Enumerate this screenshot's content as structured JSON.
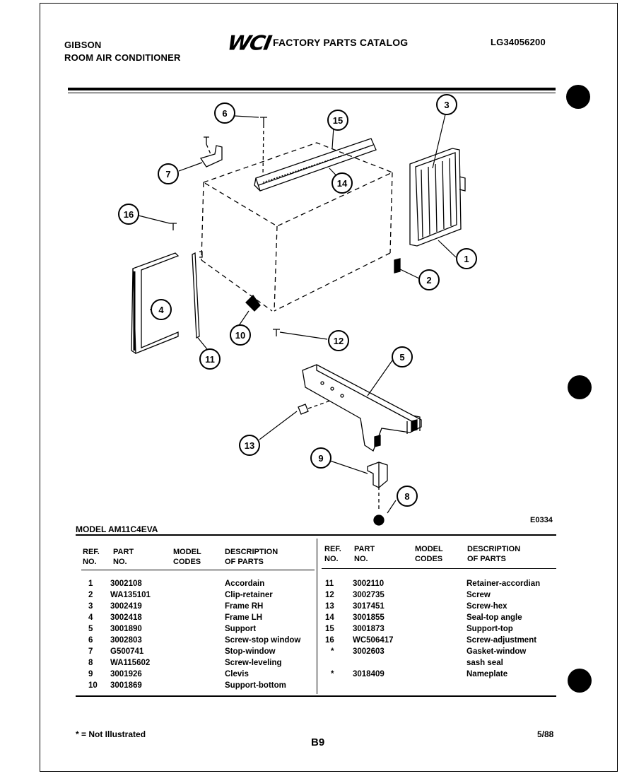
{
  "header": {
    "brand": "GIBSON",
    "product": "ROOM AIR CONDITIONER",
    "logo": "WCI",
    "catalog_title": "FACTORY PARTS CATALOG",
    "catalog_code": "LG34056200"
  },
  "diagram": {
    "callouts": [
      "1",
      "2",
      "3",
      "4",
      "5",
      "6",
      "7",
      "8",
      "9",
      "10",
      "11",
      "12",
      "13",
      "14",
      "15",
      "16"
    ],
    "figure_code": "E0334"
  },
  "model": "MODEL AM11C4EVA",
  "table": {
    "headers": {
      "ref": [
        "REF.",
        "NO."
      ],
      "part": [
        "PART",
        "NO."
      ],
      "codes": [
        "MODEL",
        "CODES"
      ],
      "desc": [
        "DESCRIPTION",
        "OF PARTS"
      ]
    },
    "left": [
      {
        "ref": "1",
        "part": "3002108",
        "code": "",
        "desc": "Accordain"
      },
      {
        "ref": "2",
        "part": "WA135101",
        "code": "",
        "desc": "Clip-retainer"
      },
      {
        "ref": "3",
        "part": "3002419",
        "code": "",
        "desc": "Frame RH"
      },
      {
        "ref": "4",
        "part": "3002418",
        "code": "",
        "desc": "Frame LH"
      },
      {
        "ref": "5",
        "part": "3001890",
        "code": "",
        "desc": "Support"
      },
      {
        "ref": "6",
        "part": "3002803",
        "code": "",
        "desc": "Screw-stop window"
      },
      {
        "ref": "7",
        "part": "G500741",
        "code": "",
        "desc": "Stop-window"
      },
      {
        "ref": "8",
        "part": "WA115602",
        "code": "",
        "desc": "Screw-leveling"
      },
      {
        "ref": "9",
        "part": "3001926",
        "code": "",
        "desc": "Clevis"
      },
      {
        "ref": "10",
        "part": "3001869",
        "code": "",
        "desc": "Support-bottom"
      }
    ],
    "right": [
      {
        "ref": "11",
        "part": "3002110",
        "code": "",
        "desc": "Retainer-accordian"
      },
      {
        "ref": "12",
        "part": "3002735",
        "code": "",
        "desc": "Screw"
      },
      {
        "ref": "13",
        "part": "3017451",
        "code": "",
        "desc": "Screw-hex"
      },
      {
        "ref": "14",
        "part": "3001855",
        "code": "",
        "desc": "Seal-top angle"
      },
      {
        "ref": "15",
        "part": "3001873",
        "code": "",
        "desc": "Support-top"
      },
      {
        "ref": "16",
        "part": "WC506417",
        "code": "",
        "desc": "Screw-adjustment"
      },
      {
        "ref": "*",
        "part": "3002603",
        "code": "",
        "desc": "Gasket-window"
      },
      {
        "ref": "",
        "part": "",
        "code": "",
        "desc": "sash seal"
      },
      {
        "ref": "*",
        "part": "3018409",
        "code": "",
        "desc": "Nameplate"
      }
    ]
  },
  "footer": {
    "note": "* = Not Illustrated",
    "page": "B9",
    "date": "5/88"
  }
}
